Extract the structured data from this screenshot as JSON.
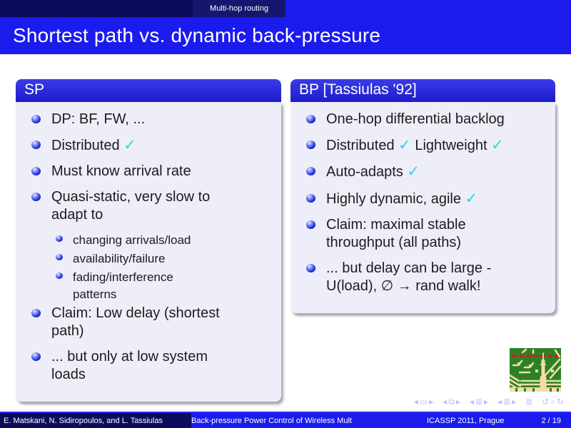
{
  "headline": {
    "subsection": "Multi-hop routing"
  },
  "frametitle": "Shortest path vs. dynamic back-pressure",
  "blocks": [
    {
      "title": "SP",
      "items": [
        {
          "level": 1,
          "text": "DP: BF, FW, ..."
        },
        {
          "level": 1,
          "text": "Distributed ✓"
        },
        {
          "level": 1,
          "text": "Must know arrival rate"
        },
        {
          "level": 1,
          "text": "Quasi-static, very slow to\nadapt to"
        },
        {
          "level": 2,
          "text": "changing arrivals/load"
        },
        {
          "level": 2,
          "text": "availability/failure"
        },
        {
          "level": 2,
          "text": "fading/interference\npatterns"
        },
        {
          "level": 1,
          "text": "Claim: Low delay (shortest\npath)"
        },
        {
          "level": 1,
          "text": "... but only at low system\nloads"
        }
      ]
    },
    {
      "title": "BP [Tassiulas '92]",
      "items": [
        {
          "level": 1,
          "text": "One-hop differential backlog"
        },
        {
          "level": 1,
          "text": "Distributed ✓ Lightweight ✓"
        },
        {
          "level": 1,
          "text": "Auto-adapts ✓"
        },
        {
          "level": 1,
          "text": "Highly dynamic, agile ✓"
        },
        {
          "level": 1,
          "text": "Claim: maximal stable\nthroughput (all paths)"
        },
        {
          "level": 1,
          "text": "... but delay can be large -\nU(load), ∅ → rand walk!"
        }
      ]
    }
  ],
  "nav": {
    "groups": [
      "◂▭▸",
      "◂⧉▸",
      "◂≣▸",
      "◂≣▸",
      "≣",
      "↺⌕↻"
    ]
  },
  "footer": {
    "authors": "E. Matskani, N. Sidiropoulos, and L. Tassiulas",
    "title": "Back-pressure Power Control of Wireless Mult",
    "venue": "ICASSP 2011, Prague",
    "page": "2 / 19"
  },
  "colors": {
    "accent_blue": "#1b1bee",
    "dark_navy": "#0c0c5c",
    "navy_light": "#16166e",
    "block_body": "#eeeef8",
    "check_cyan": "#2bd6e6",
    "nav_symbols": "#b7c0f7",
    "logo_green": "#2b8226",
    "logo_trace": "#f2dca8",
    "logo_red": "#dd1a10"
  }
}
